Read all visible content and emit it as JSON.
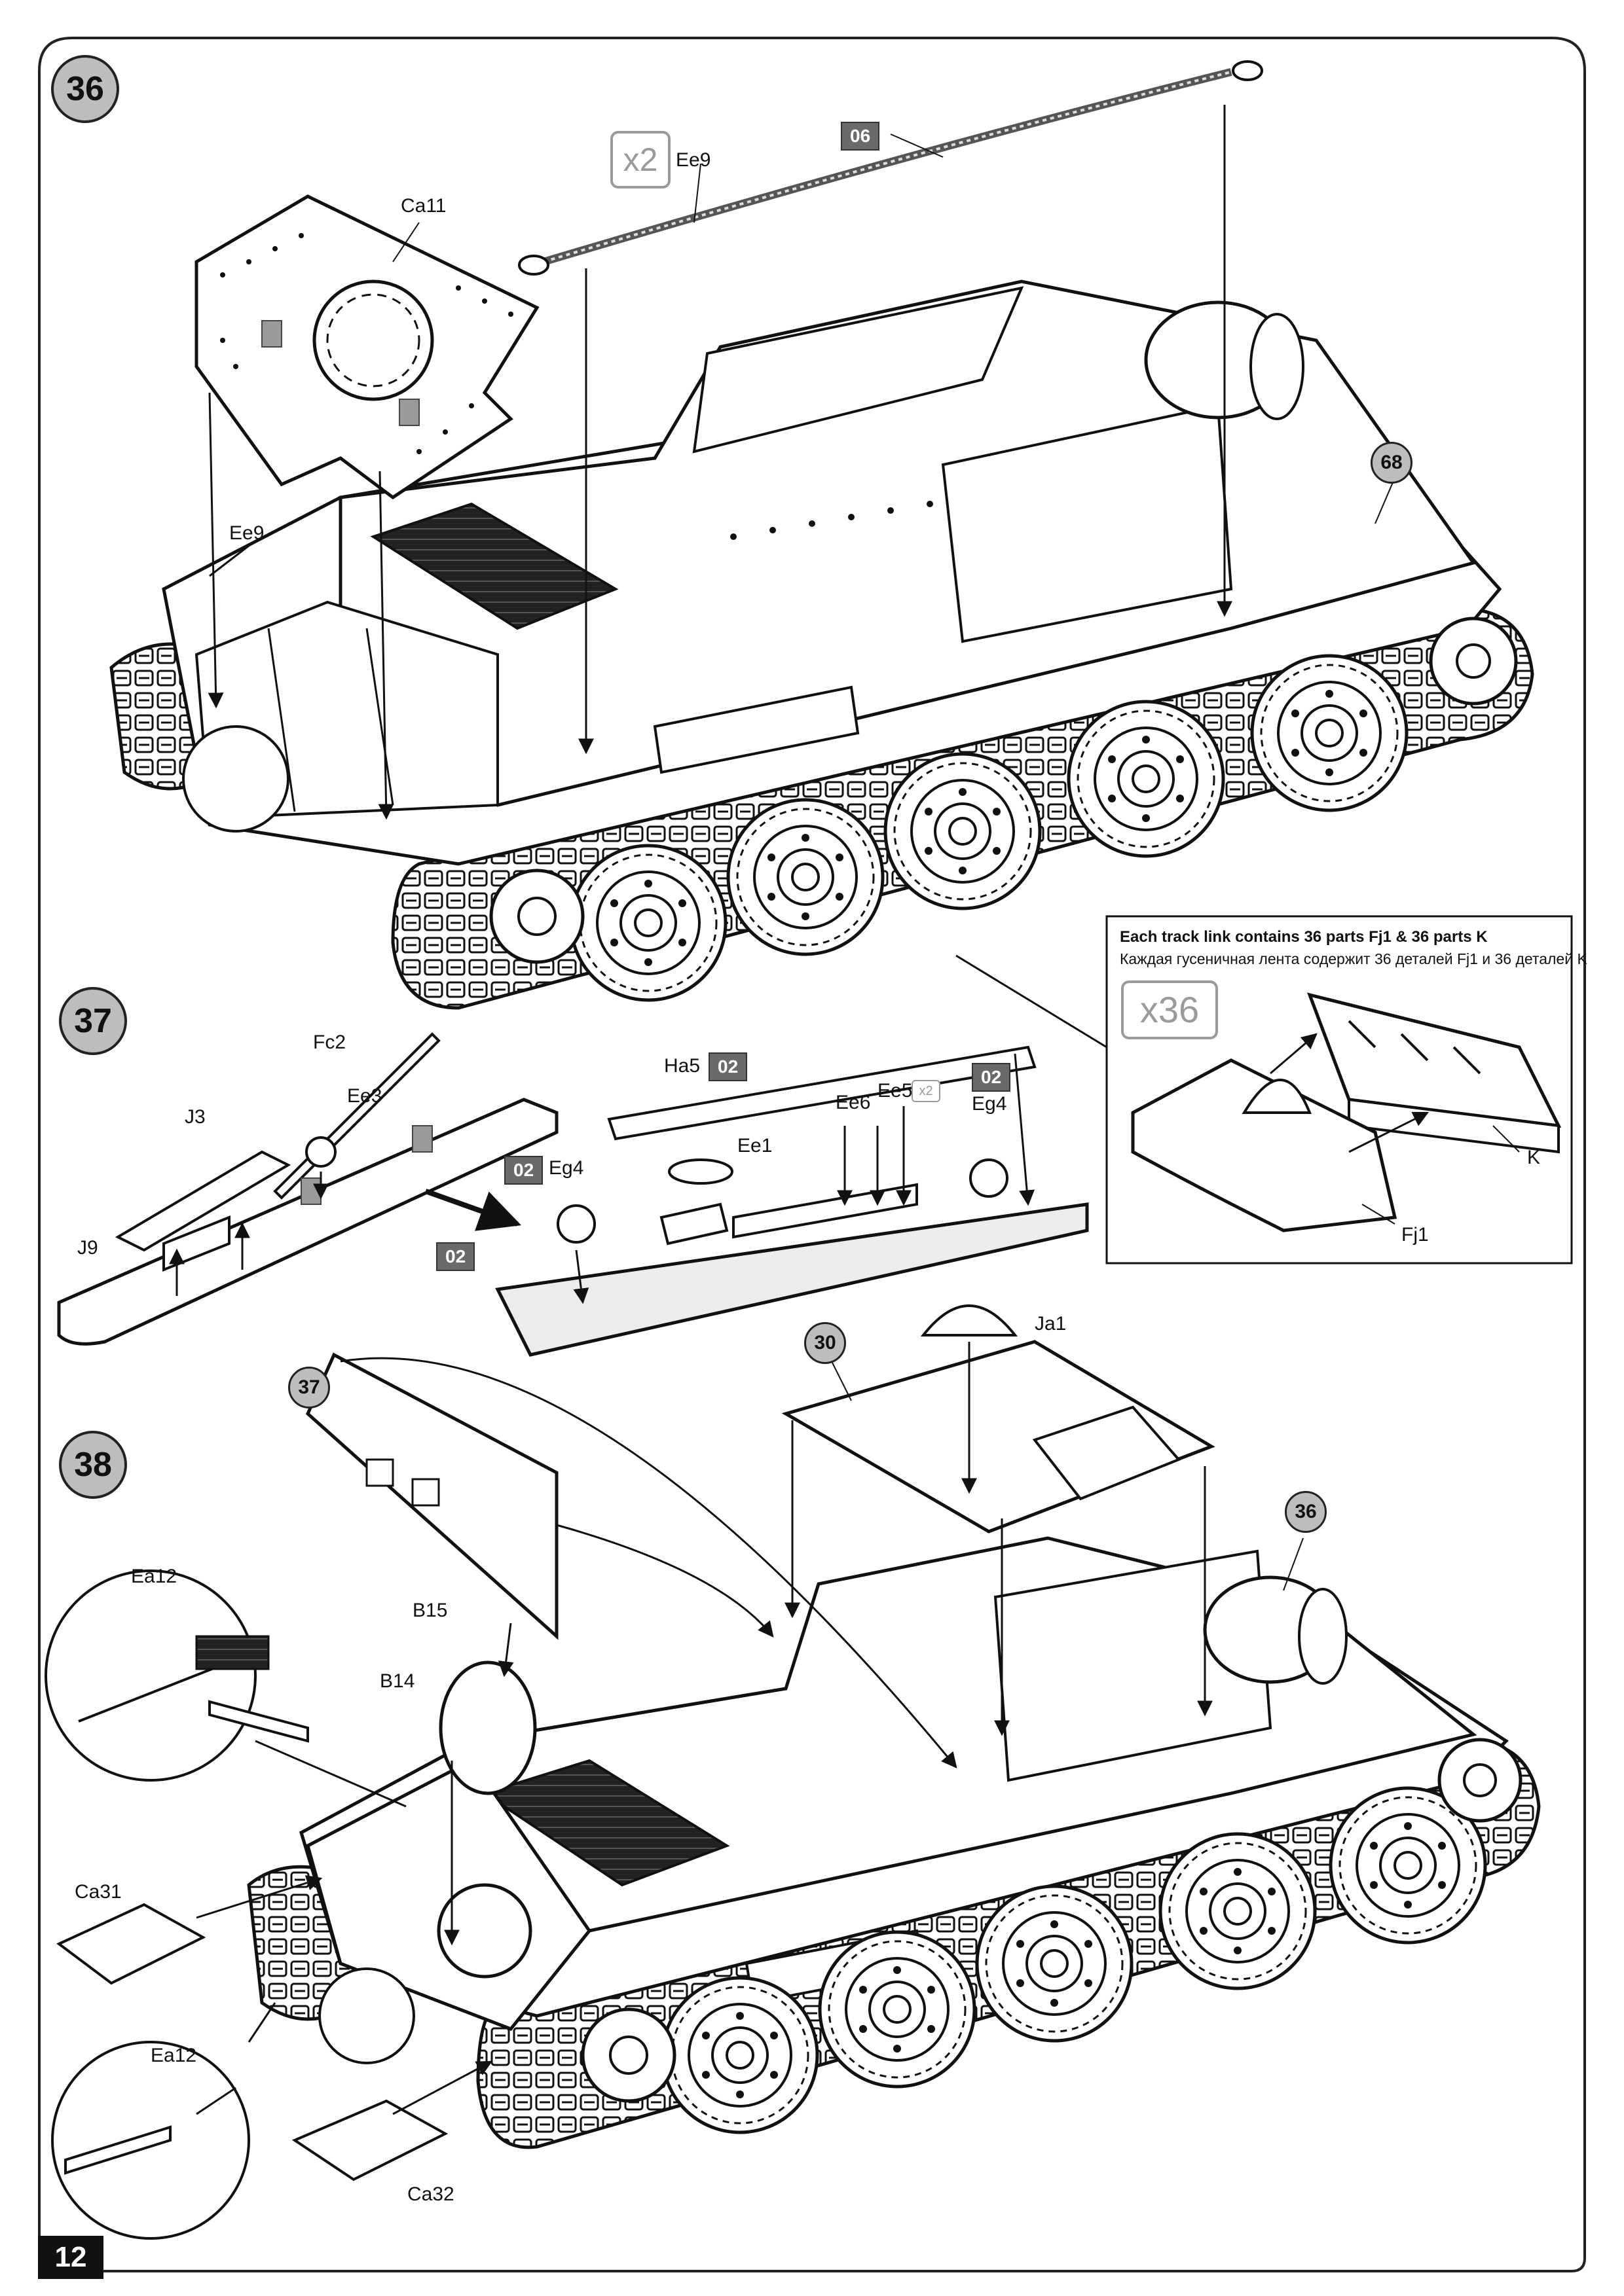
{
  "page": {
    "number": "12"
  },
  "steps": {
    "s36": "36",
    "s37": "37",
    "s38": "38"
  },
  "refs": {
    "r68": "68",
    "r30": "30",
    "r37": "37",
    "r36": "36"
  },
  "paint_codes": {
    "p06": "06",
    "p02_ha5": "02",
    "p02_eg4_right": "02",
    "p02_eg4_left": "02",
    "p02_plate": "02"
  },
  "quantities": {
    "ee9_count": "x2",
    "ee5_count": "x2",
    "track_count": "x36"
  },
  "parts_step36": {
    "ca11": "Ca11",
    "ee9_top": "Ee9",
    "ee9_left": "Ee9"
  },
  "parts_step37": {
    "fc2": "Fc2",
    "ee3": "Ee3",
    "j3": "J3",
    "j9": "J9",
    "ha5": "Ha5",
    "ee6": "Ee6",
    "ee5": "Ee5",
    "ee1": "Ee1",
    "eg4_right": "Eg4",
    "eg4_left": "Eg4"
  },
  "track_note": {
    "en": "Each track link contains 36 parts Fj1 & 36 parts K",
    "ru": "Каждая гусеничная лента содержит 36 деталей Fj1 и 36 деталей K",
    "part_k": "K",
    "part_fj1": "Fj1"
  },
  "parts_step38": {
    "ja1": "Ja1",
    "ea12_top": "Ea12",
    "b15": "B15",
    "b14": "B14",
    "ca31": "Ca31",
    "ea12_bottom": "Ea12",
    "ca32": "Ca32"
  }
}
